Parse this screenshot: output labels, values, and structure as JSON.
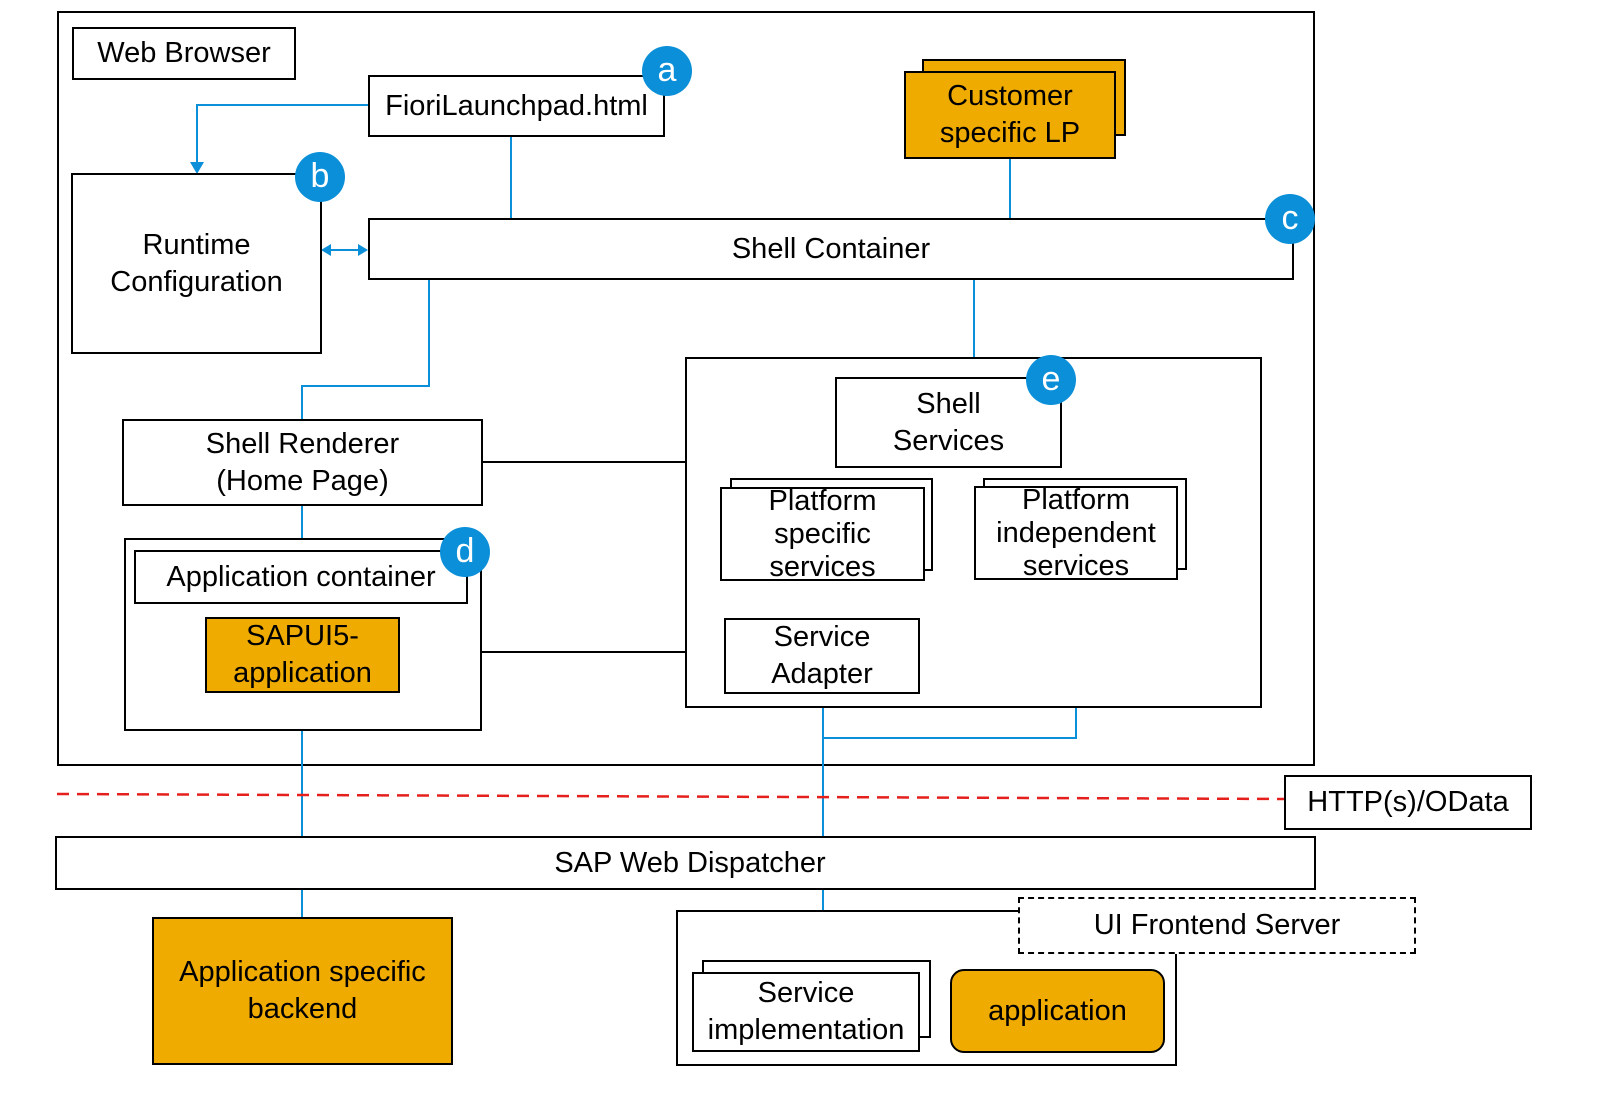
{
  "colors": {
    "highlight": "#F0AB00",
    "connector": "#0A8FD8",
    "boundary": "#E5201C",
    "badge": "#0A8FD8"
  },
  "web_browser": {
    "title": "Web Browser"
  },
  "launchpad_html": {
    "label": "FioriLaunchpad.html",
    "badge": "a"
  },
  "customer_lp": {
    "line1": "Customer",
    "line2": "specific LP"
  },
  "runtime_config": {
    "line1": "Runtime",
    "line2": "Configuration",
    "badge": "b"
  },
  "shell_container": {
    "label": "Shell Container",
    "badge": "c"
  },
  "shell_renderer": {
    "line1": "Shell Renderer",
    "line2": "(Home Page)"
  },
  "app_container": {
    "label": "Application container",
    "badge": "d"
  },
  "sapui5_app": {
    "line1": "SAPUI5-",
    "line2": "application"
  },
  "shell_services": {
    "line1": "Shell",
    "line2": "Services",
    "badge": "e"
  },
  "platform_specific": {
    "line1": "Platform",
    "line2": "specific",
    "line3": "services"
  },
  "platform_independent": {
    "line1": "Platform",
    "line2": "independent",
    "line3": "services"
  },
  "service_adapter": {
    "line1": "Service",
    "line2": "Adapter"
  },
  "protocol": {
    "label": "HTTP(s)/OData"
  },
  "web_dispatcher": {
    "label": "SAP Web Dispatcher"
  },
  "app_backend": {
    "line1": "Application specific",
    "line2": "backend"
  },
  "ui_frontend": {
    "label": "UI Frontend Server"
  },
  "service_impl": {
    "line1": "Service",
    "line2": "implementation"
  },
  "frontend_app": {
    "label": "application"
  }
}
